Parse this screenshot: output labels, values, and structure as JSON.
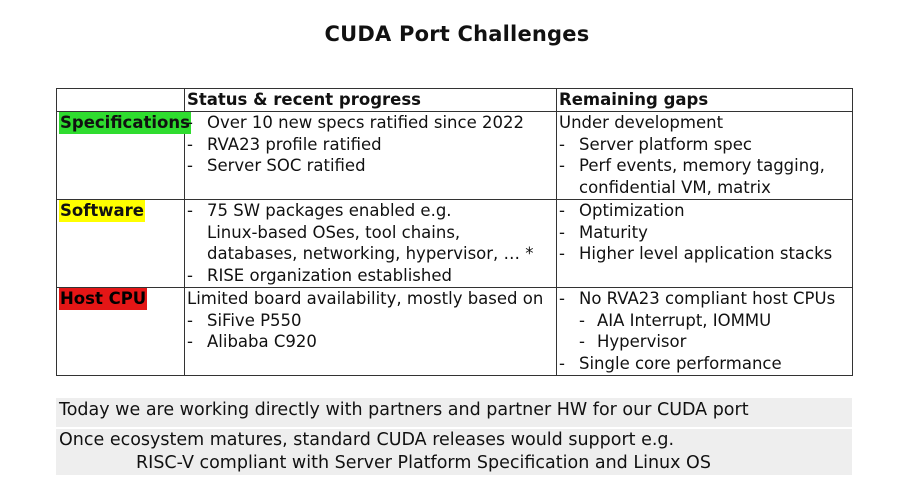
{
  "title": "CUDA Port Challenges",
  "table": {
    "headers": [
      "",
      "Status & recent progress",
      "Remaining gaps"
    ],
    "rows": [
      {
        "label": "Specifications",
        "label_color": "#2fdc2f",
        "status": [
          "- Over 10 new specs ratified since 2022",
          "- RVA23 profile ratified",
          "- Server SOC ratified"
        ],
        "gaps_intro": "Under development",
        "gaps": [
          "- Server platform spec",
          "- Perf events, memory tagging,",
          "confidential VM, matrix"
        ]
      },
      {
        "label": "Software",
        "label_color": "#ffff00",
        "status": [
          "- 75 SW packages enabled e.g.",
          "Linux-based OSes, tool chains,",
          "databases, networking, hypervisor, … *",
          "- RISE organization established"
        ],
        "gaps": [
          "- Optimization",
          "- Maturity",
          "- Higher level application stacks"
        ]
      },
      {
        "label": "Host CPU",
        "label_color": "#e41616",
        "status_intro": "Limited board availability, mostly based on",
        "status": [
          "- SiFive P550",
          "- Alibaba C920"
        ],
        "gaps": [
          "- No RVA23 compliant host CPUs",
          "- AIA Interrupt, IOMMU",
          "- Hypervisor",
          "- Single core performance"
        ]
      }
    ]
  },
  "notes": {
    "line1": "Today we are working directly with partners and partner HW for our CUDA port",
    "line2": "Once ecosystem matures, standard CUDA releases would support e.g.",
    "line3": "RISC-V compliant with Server Platform Specification and Linux OS"
  }
}
